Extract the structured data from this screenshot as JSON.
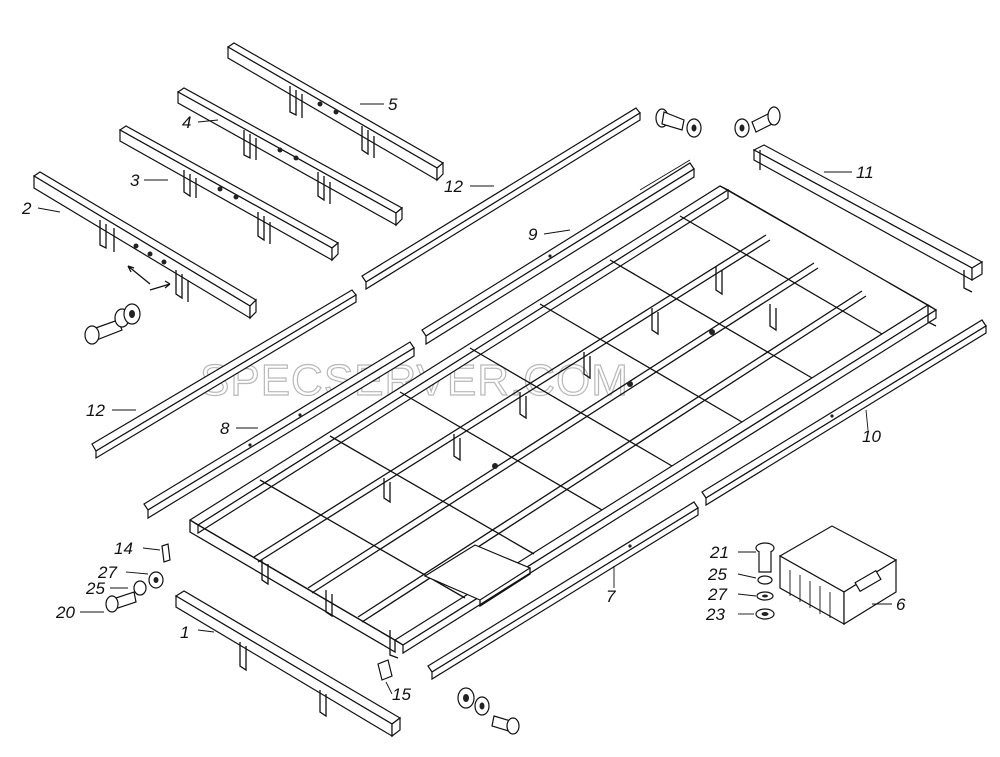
{
  "watermark": "SPECSERVER.COM",
  "callouts": [
    {
      "id": "c1",
      "label": "1"
    },
    {
      "id": "c2",
      "label": "2"
    },
    {
      "id": "c3",
      "label": "3"
    },
    {
      "id": "c4",
      "label": "4"
    },
    {
      "id": "c5",
      "label": "5"
    },
    {
      "id": "c6",
      "label": "6"
    },
    {
      "id": "c7",
      "label": "7"
    },
    {
      "id": "c8",
      "label": "8"
    },
    {
      "id": "c9",
      "label": "9"
    },
    {
      "id": "c10",
      "label": "10"
    },
    {
      "id": "c11",
      "label": "11"
    },
    {
      "id": "c12a",
      "label": "12"
    },
    {
      "id": "c12b",
      "label": "12"
    },
    {
      "id": "c14",
      "label": "14"
    },
    {
      "id": "c15",
      "label": "15"
    },
    {
      "id": "c20",
      "label": "20"
    },
    {
      "id": "c21",
      "label": "21"
    },
    {
      "id": "c23",
      "label": "23"
    },
    {
      "id": "c25a",
      "label": "25"
    },
    {
      "id": "c25b",
      "label": "25"
    },
    {
      "id": "c27a",
      "label": "27"
    },
    {
      "id": "c27b",
      "label": "27"
    }
  ]
}
